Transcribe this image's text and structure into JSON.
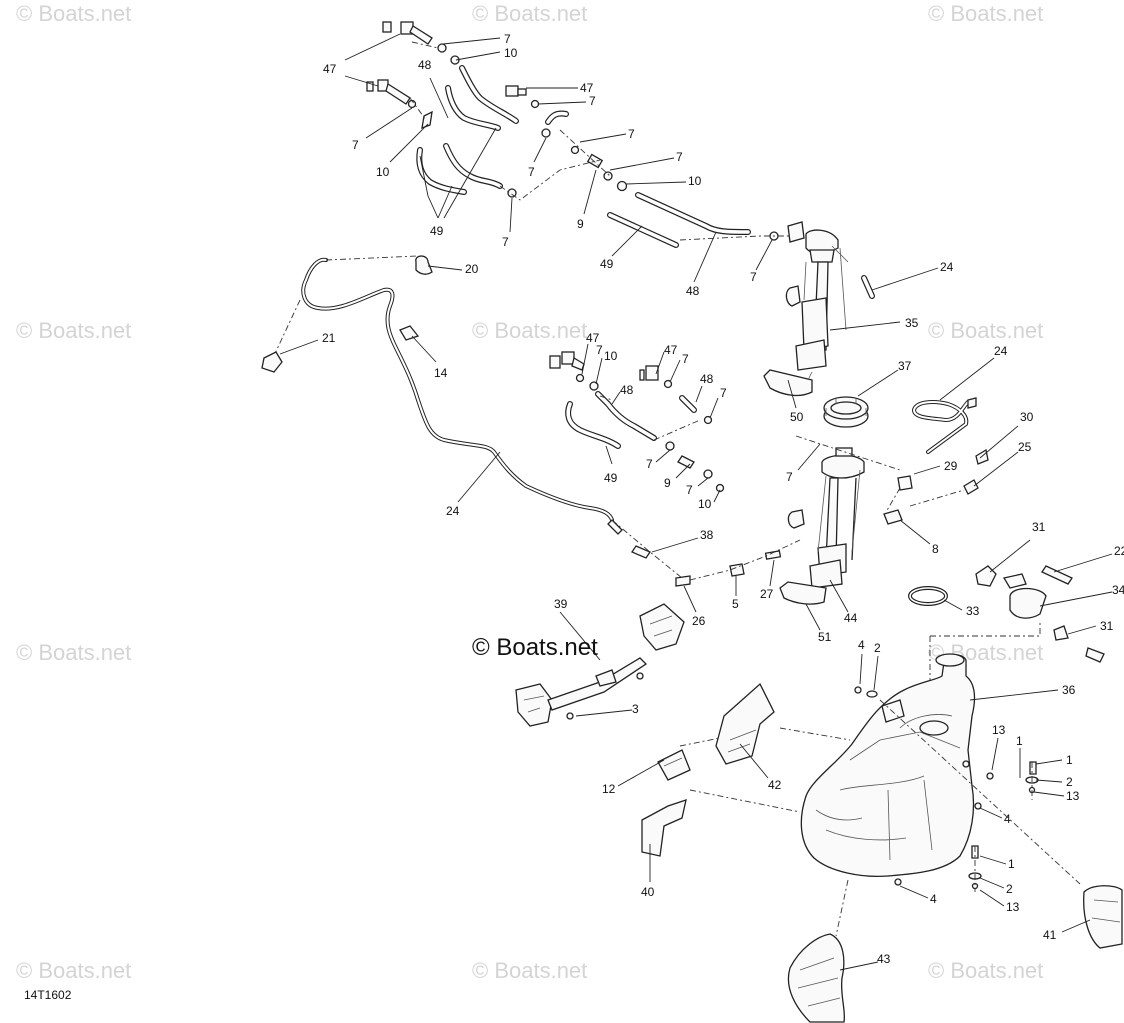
{
  "watermark": {
    "text": "© Boats.net",
    "center_text": "© Boats.net"
  },
  "diagram_id": "14T1602",
  "callouts": [
    {
      "id": "c7a",
      "label": "7"
    },
    {
      "id": "c10a",
      "label": "10"
    },
    {
      "id": "c47a",
      "label": "47"
    },
    {
      "id": "c48a",
      "label": "48"
    },
    {
      "id": "c7b",
      "label": "7"
    },
    {
      "id": "c10b",
      "label": "10"
    },
    {
      "id": "c49a",
      "label": "49"
    },
    {
      "id": "c47b",
      "label": "47"
    },
    {
      "id": "c7c",
      "label": "7"
    },
    {
      "id": "c7d",
      "label": "7"
    },
    {
      "id": "c7e",
      "label": "7"
    },
    {
      "id": "c7f",
      "label": "7"
    },
    {
      "id": "c10c",
      "label": "10"
    },
    {
      "id": "c9a",
      "label": "9"
    },
    {
      "id": "c7g",
      "label": "7"
    },
    {
      "id": "c49b",
      "label": "49"
    },
    {
      "id": "c48b",
      "label": "48"
    },
    {
      "id": "c7h",
      "label": "7"
    },
    {
      "id": "c24a",
      "label": "24"
    },
    {
      "id": "c20",
      "label": "20"
    },
    {
      "id": "c21",
      "label": "21"
    },
    {
      "id": "c14",
      "label": "14"
    },
    {
      "id": "c35",
      "label": "35"
    },
    {
      "id": "c47c",
      "label": "47"
    },
    {
      "id": "c7i",
      "label": "7"
    },
    {
      "id": "c10d",
      "label": "10"
    },
    {
      "id": "c47d",
      "label": "47"
    },
    {
      "id": "c7j",
      "label": "7"
    },
    {
      "id": "c48c",
      "label": "48"
    },
    {
      "id": "c48d",
      "label": "48"
    },
    {
      "id": "c7k",
      "label": "7"
    },
    {
      "id": "c37",
      "label": "37"
    },
    {
      "id": "c24b",
      "label": "24"
    },
    {
      "id": "c50",
      "label": "50"
    },
    {
      "id": "c30",
      "label": "30"
    },
    {
      "id": "c49c",
      "label": "49"
    },
    {
      "id": "c7l",
      "label": "7"
    },
    {
      "id": "c9b",
      "label": "9"
    },
    {
      "id": "c7m",
      "label": "7"
    },
    {
      "id": "c10e",
      "label": "10"
    },
    {
      "id": "c7n",
      "label": "7"
    },
    {
      "id": "c29",
      "label": "29"
    },
    {
      "id": "c25",
      "label": "25"
    },
    {
      "id": "c24c",
      "label": "24"
    },
    {
      "id": "c8",
      "label": "8"
    },
    {
      "id": "c38",
      "label": "38"
    },
    {
      "id": "c31a",
      "label": "31"
    },
    {
      "id": "c22",
      "label": "22"
    },
    {
      "id": "c34",
      "label": "34"
    },
    {
      "id": "c26",
      "label": "26"
    },
    {
      "id": "c5",
      "label": "5"
    },
    {
      "id": "c27",
      "label": "27"
    },
    {
      "id": "c44",
      "label": "44"
    },
    {
      "id": "c33",
      "label": "33"
    },
    {
      "id": "c51",
      "label": "51"
    },
    {
      "id": "c31b",
      "label": "31"
    },
    {
      "id": "c39",
      "label": "39"
    },
    {
      "id": "c4a",
      "label": "4"
    },
    {
      "id": "c2a",
      "label": "2"
    },
    {
      "id": "c36",
      "label": "36"
    },
    {
      "id": "c3",
      "label": "3"
    },
    {
      "id": "c13a",
      "label": "13"
    },
    {
      "id": "c1a",
      "label": "1"
    },
    {
      "id": "c1b",
      "label": "1"
    },
    {
      "id": "c2b",
      "label": "2"
    },
    {
      "id": "c13b",
      "label": "13"
    },
    {
      "id": "c12",
      "label": "12"
    },
    {
      "id": "c42",
      "label": "42"
    },
    {
      "id": "c4b",
      "label": "4"
    },
    {
      "id": "c1c",
      "label": "1"
    },
    {
      "id": "c2c",
      "label": "2"
    },
    {
      "id": "c13c",
      "label": "13"
    },
    {
      "id": "c4c",
      "label": "4"
    },
    {
      "id": "c40",
      "label": "40"
    },
    {
      "id": "c41",
      "label": "41"
    },
    {
      "id": "c43",
      "label": "43"
    }
  ]
}
